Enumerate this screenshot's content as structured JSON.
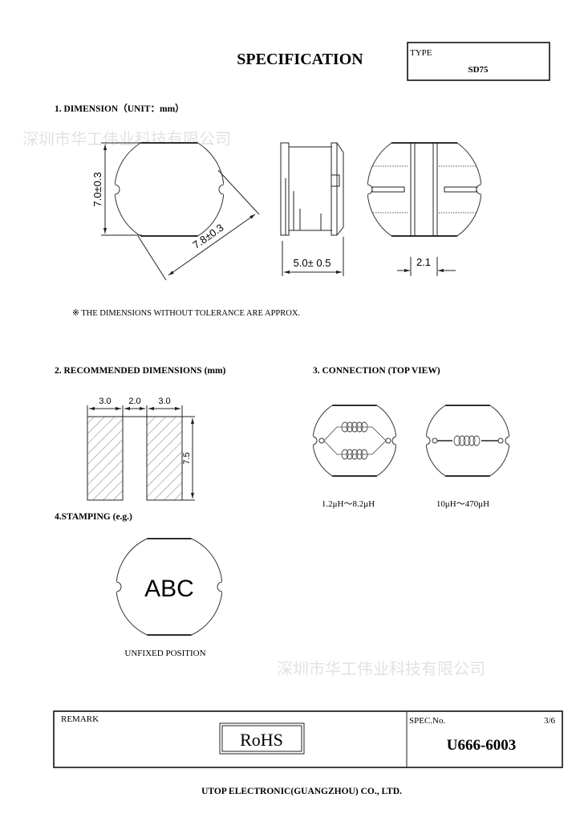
{
  "header": {
    "title": "SPECIFICATION",
    "type_label": "TYPE",
    "type_value": "SD75"
  },
  "watermark": "深圳市华工伟业科技有限公司",
  "section1": {
    "heading": "1. DIMENSION（UNIT：mm）",
    "dim_height": "7.0±0.3",
    "dim_diameter": "7.8±0.3",
    "dim_thickness": "5.0± 0.5",
    "dim_core": "2.1",
    "note": "※ THE DIMENSIONS WITHOUT TOLERANCE ARE APPROX."
  },
  "section2": {
    "heading": "2. RECOMMENDED DIMENSIONS (mm)",
    "pad_width_left": "3.0",
    "gap": "2.0",
    "pad_width_right": "3.0",
    "pad_length": "7.5"
  },
  "section3": {
    "heading": "3. CONNECTION (TOP VIEW)",
    "range_parallel": "1.2μH～8.2μH",
    "range_series": "10μH～470μH"
  },
  "section4": {
    "heading": "4.STAMPING (e.g.)",
    "stamp_text": "ABC",
    "caption": "UNFIXED POSITION"
  },
  "footer_table": {
    "remark_label": "REMARK",
    "rohs": "RoHS",
    "spec_label": "SPEC.No.",
    "page": "3/6",
    "spec_no": "U666-6003"
  },
  "company": "UTOP ELECTRONIC(GUANGZHOU) CO., LTD."
}
